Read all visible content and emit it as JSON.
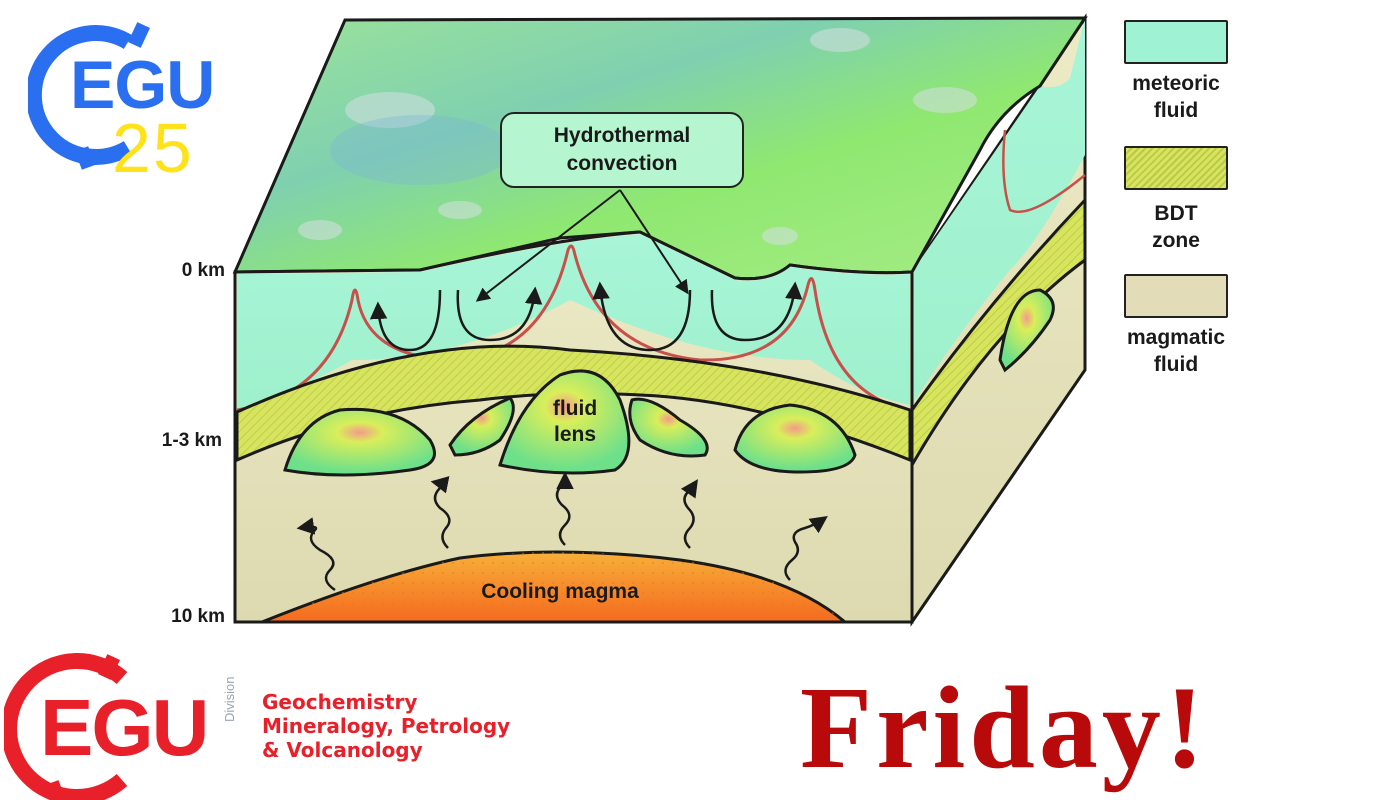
{
  "header_logo": {
    "brand": "EGU",
    "year": "25",
    "brand_color": "#2a6ff0",
    "year_color": "#ffe21a"
  },
  "diagram": {
    "callout": {
      "line1": "Hydrothermal",
      "line2": "convection"
    },
    "depth_labels": [
      "0 km",
      "1-3 km",
      "10 km"
    ],
    "lens_label": {
      "line1": "fluid",
      "line2": "lens"
    },
    "magma_label": "Cooling magma",
    "colors": {
      "surface_green": "#8fe07a",
      "meteoric": "#a6f4d2",
      "bdt": "#d9e66a",
      "magmatic": "#e6e4bf",
      "magma": "#f5922a",
      "boundary_red": "#c8504a",
      "outline": "#1a1a1a"
    }
  },
  "legend": {
    "items": [
      {
        "line1": "meteoric",
        "line2": "fluid",
        "color": "#a0f2d4"
      },
      {
        "line1": "BDT",
        "line2": "zone",
        "color": "#d6e45e"
      },
      {
        "line1": "magmatic",
        "line2": "fluid",
        "color": "#e2ddb8"
      }
    ]
  },
  "footer": {
    "division_logo": {
      "brand": "EGU",
      "vertical_text": "Division",
      "name_line1": "Geochemistry",
      "name_line2": "Mineralogy, Petrology",
      "name_line3": "& Volcanology",
      "color": "#e8202a"
    },
    "day_text": "Friday!",
    "day_color": "#b80a0a"
  }
}
